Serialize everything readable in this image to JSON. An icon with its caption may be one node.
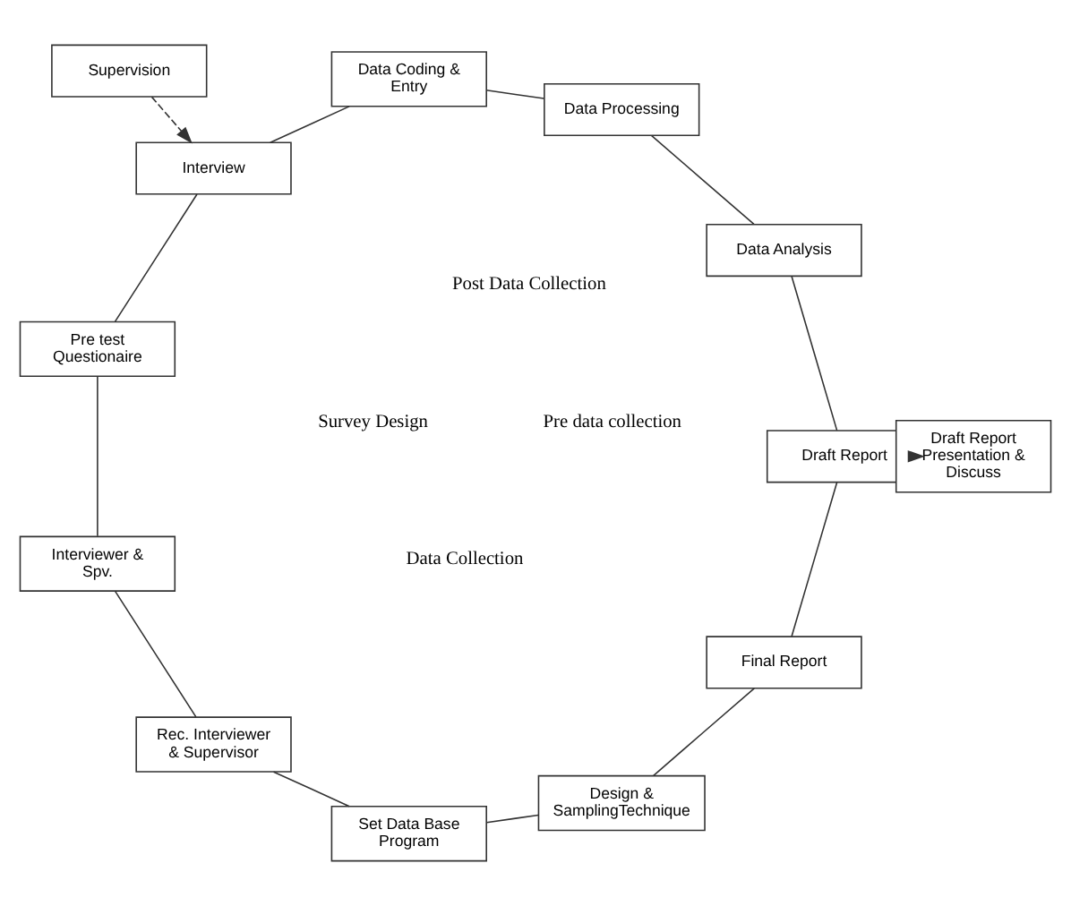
{
  "diagram": {
    "nodes": [
      {
        "text": [
          "Pre test Questionaire"
        ]
      },
      {
        "text": [
          "Interview"
        ]
      },
      {
        "text": [
          "Supervision"
        ]
      },
      {
        "text": [
          "Interviewer & Spv."
        ]
      },
      {
        "text": [
          "Data Coding & Entry"
        ]
      },
      {
        "text": [
          "Data Processing"
        ]
      },
      {
        "text": [
          "Data Analysis"
        ]
      },
      {
        "text": [
          "Rec. Interviewer & Supervisor"
        ]
      },
      {
        "text": [
          "Set Data Base Program"
        ]
      },
      {
        "text": [
          "Draft Report"
        ]
      },
      {
        "text": [
          "Draft Report Presentation & Discuss"
        ]
      },
      {
        "text": [
          "Design & SamplingTechnique"
        ]
      },
      {
        "text": [
          "Final Report"
        ]
      }
    ],
    "edges": [
      {
        "from": 0,
        "to": 1,
        "arrow": "none"
      },
      {
        "from": 1,
        "to": 4,
        "arrow": "none"
      },
      {
        "from": 4,
        "to": 5,
        "arrow": "none"
      },
      {
        "from": 5,
        "to": 6,
        "arrow": "none"
      },
      {
        "from": 6,
        "to": 9,
        "arrow": "none"
      },
      {
        "from": 9,
        "to": 12,
        "arrow": "none"
      },
      {
        "from": 12,
        "to": 11,
        "arrow": "none"
      },
      {
        "from": 11,
        "to": 8,
        "arrow": "none"
      },
      {
        "from": 8,
        "to": 7,
        "arrow": "none"
      },
      {
        "from": 7,
        "to": 3,
        "arrow": "none"
      },
      {
        "from": 3,
        "to": 0,
        "arrow": "none"
      },
      {
        "from": 2,
        "to": 1,
        "arrow": "to",
        "style": "dashed"
      },
      {
        "from": 9,
        "to": 10,
        "arrow": "to",
        "style": "dashed"
      }
    ],
    "labels": [
      "Pre data collection",
      "Data Collection",
      "Survey Design",
      "Post Data Collection"
    ]
  }
}
